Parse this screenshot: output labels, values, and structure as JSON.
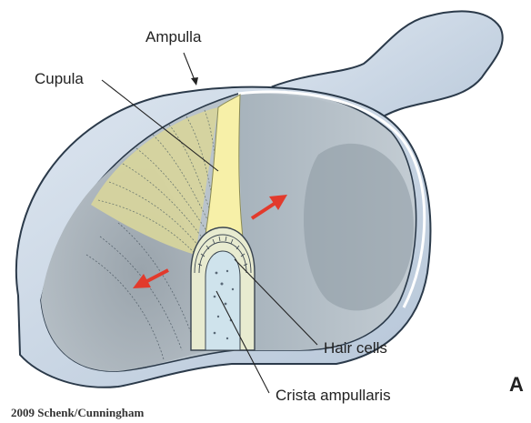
{
  "labels": {
    "ampulla": "Ampulla",
    "cupula": "Cupula",
    "hair_cells": "Hair cells",
    "crista_ampullaris": "Crista ampullaris"
  },
  "panel_letter": "A",
  "credit": "2009 Schenk/Cunningham",
  "colors": {
    "membrane_outer": "#c5d3e3",
    "membrane_edge": "#2b3a4a",
    "cavity_gray": "#9ea9b2",
    "endolymph_blue": "#aebcc7",
    "cupula_yellow": "#f7f0a8",
    "fibers_yellow": "#d9d7a0",
    "crista_blue": "#cfe3ec",
    "flow_arrow": "#e23a2c"
  },
  "icons": {
    "flow_arrow_left": "red-arrow-left-down",
    "flow_arrow_right": "red-arrow-right-up"
  }
}
